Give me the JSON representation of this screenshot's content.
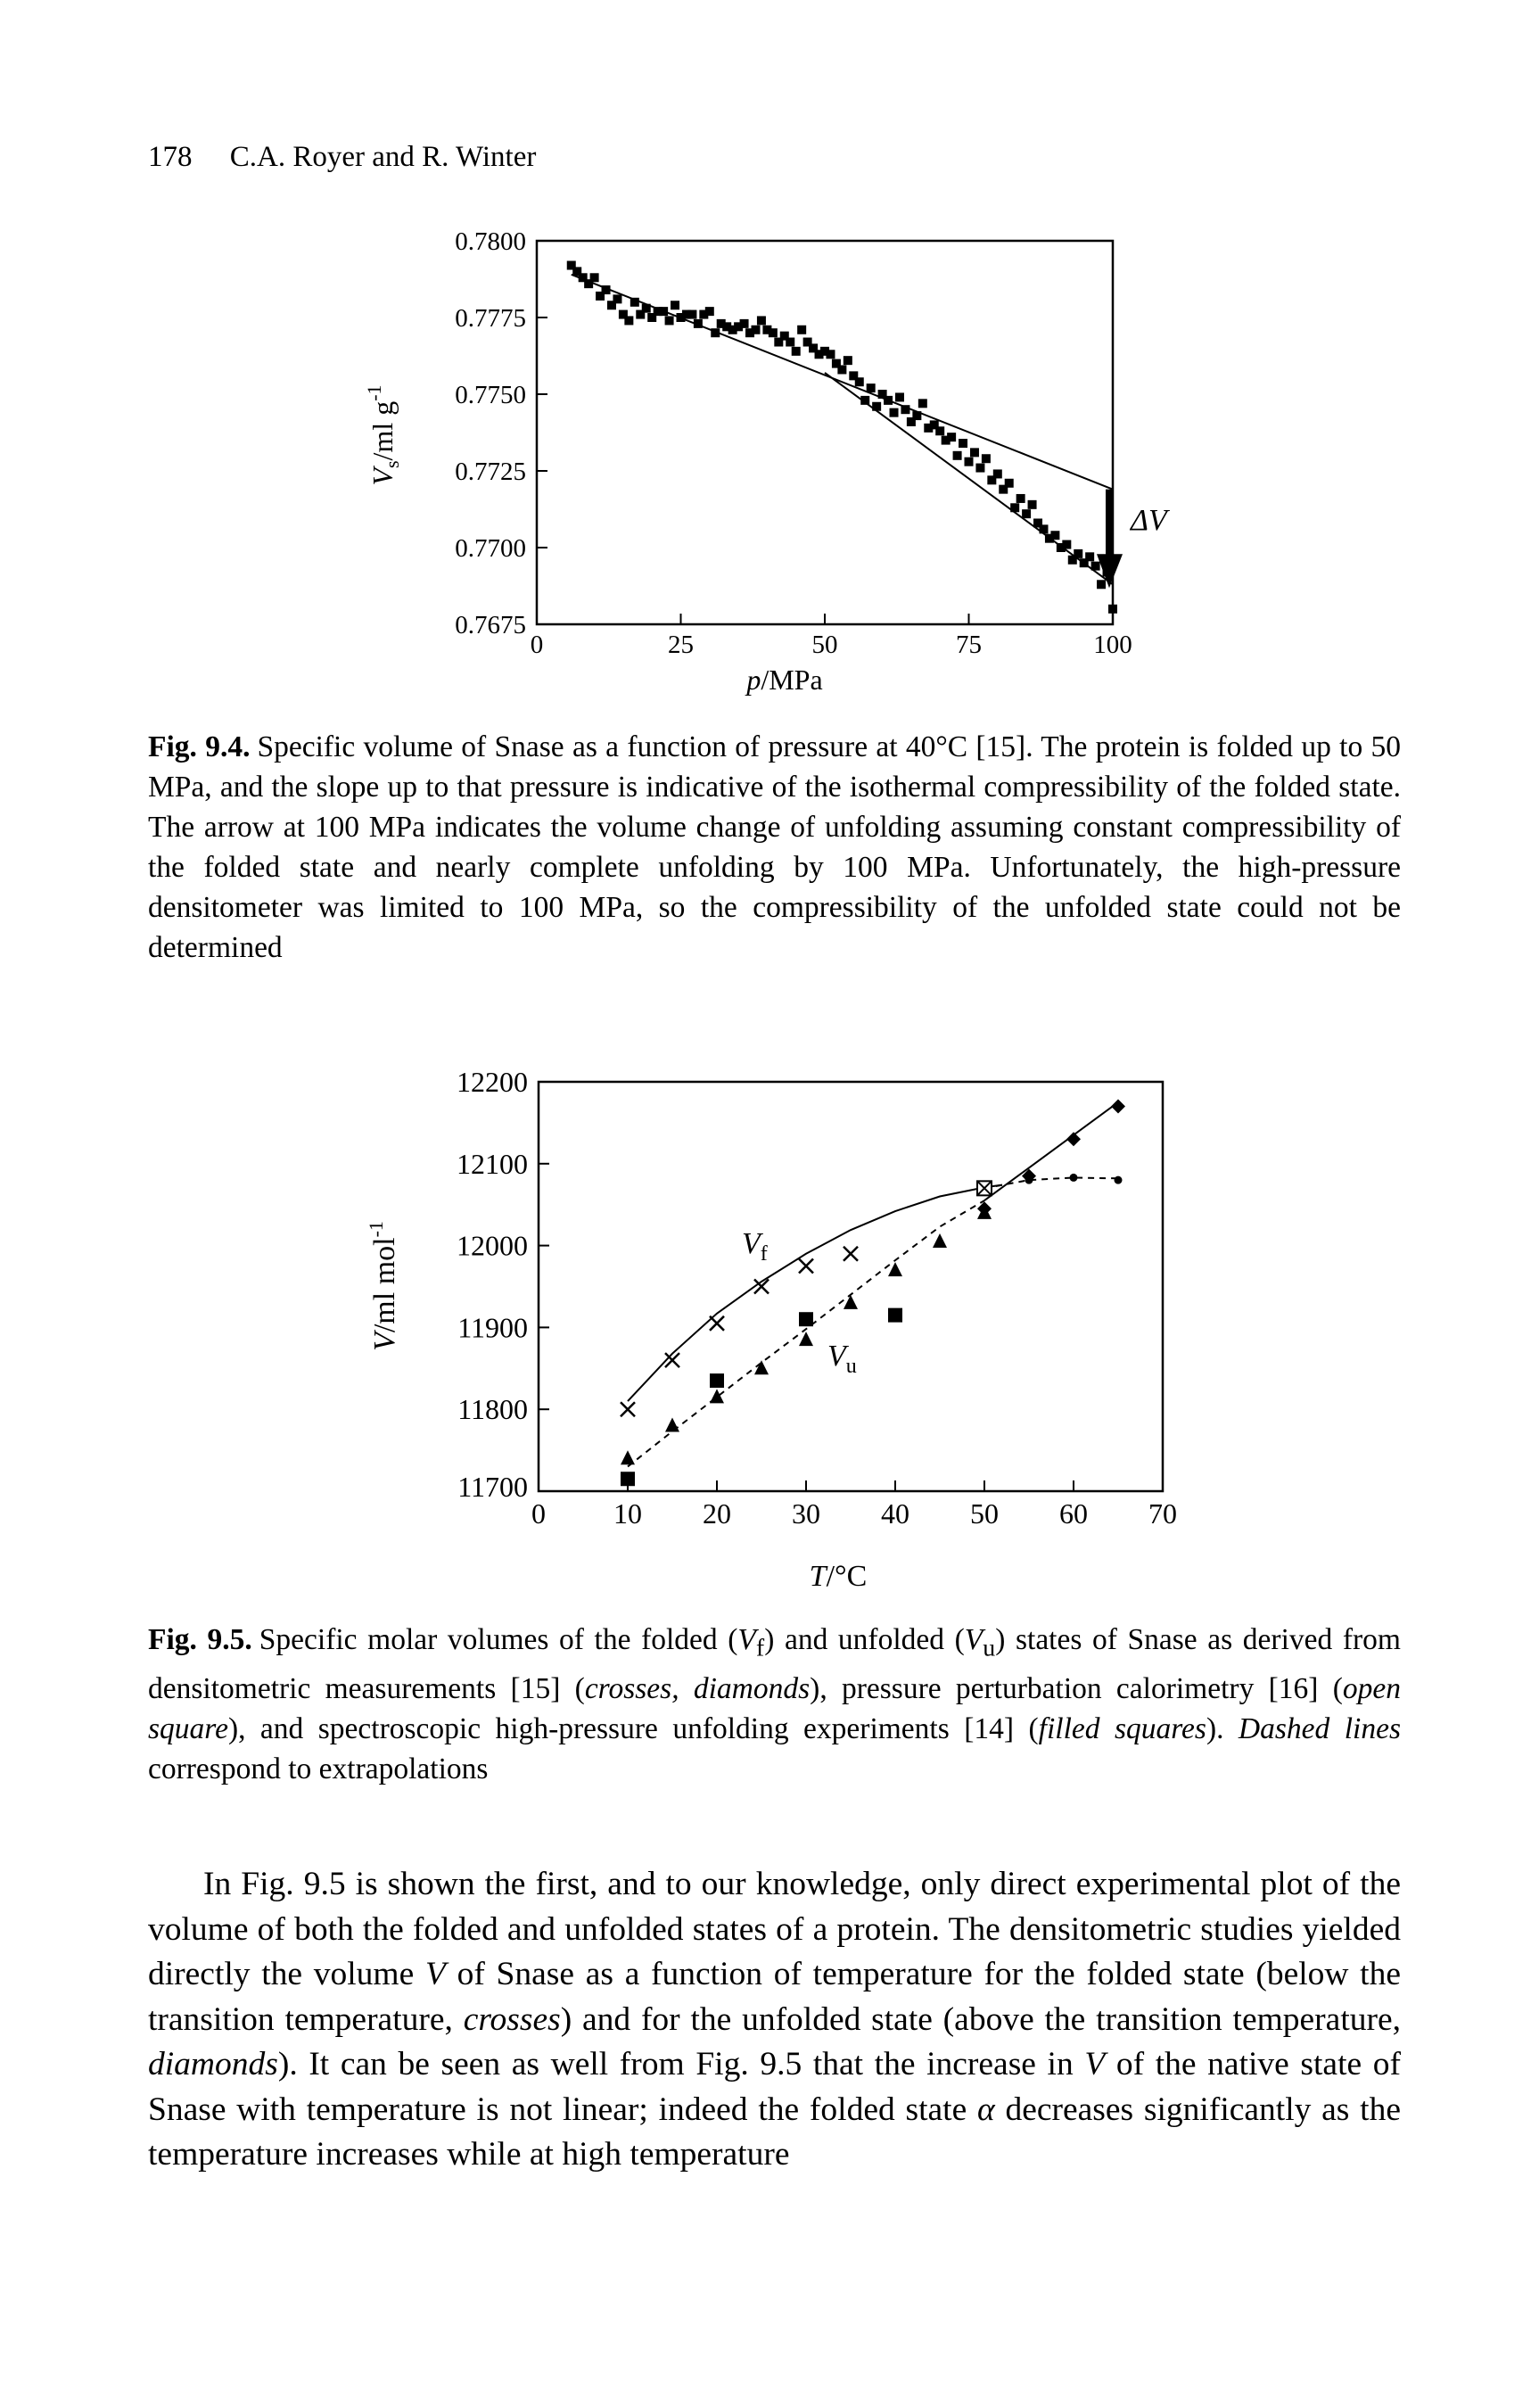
{
  "header": {
    "page_number": "178",
    "authors": "C.A. Royer and R. Winter"
  },
  "figure_9_4": {
    "caption_label": "Fig. 9.4.",
    "caption_text": "Specific volume of Snase as a function of pressure at 40°C [15]. The protein is folded up to 50 MPa, and the slope up to that pressure is indicative of the isothermal compressibility of the folded state. The arrow at 100 MPa indicates the volume change of unfolding assuming constant compressibility of the folded state and nearly complete unfolding by 100 MPa. Unfortunately, the high-pressure densitometer was limited to 100 MPa, so the compressibility of the unfolded state could not be determined",
    "arrow_label": "ΔV",
    "chart_data": {
      "type": "scatter",
      "xlabel": "p/MPa",
      "ylabel": "Vs/ml g-1",
      "xlim": [
        0,
        100
      ],
      "ylim": [
        0.7675,
        0.78
      ],
      "xticks": [
        "0",
        "25",
        "50",
        "75",
        "100"
      ],
      "yticks": [
        "0.7800",
        "0.7775",
        "0.7750",
        "0.7725",
        "0.7700",
        "0.7675"
      ],
      "grid": false,
      "series": [
        {
          "marker": "square",
          "x": [
            6,
            7,
            8,
            9,
            10,
            11,
            12,
            13,
            14,
            15,
            16,
            17,
            18,
            19,
            20,
            21,
            22,
            23,
            24,
            25,
            26,
            27,
            28,
            29,
            30,
            31,
            32,
            33,
            34,
            35,
            36,
            37,
            38,
            39,
            40,
            41,
            42,
            43,
            44,
            45,
            46,
            47,
            48,
            49,
            50,
            51,
            52,
            53,
            54,
            55,
            56,
            57,
            58,
            59,
            60,
            61,
            62,
            63,
            64,
            65,
            66,
            67,
            68,
            69,
            70,
            71,
            72,
            73,
            74,
            75,
            76,
            77,
            78,
            79,
            80,
            81,
            82,
            83,
            84,
            85,
            86,
            87,
            88,
            89,
            90,
            91,
            92,
            93,
            94,
            95,
            96,
            97,
            98,
            99,
            100
          ],
          "y": [
            0.7792,
            0.779,
            0.7788,
            0.7786,
            0.7788,
            0.7782,
            0.7784,
            0.7779,
            0.7781,
            0.7776,
            0.7774,
            0.778,
            0.7776,
            0.7778,
            0.7775,
            0.7777,
            0.7777,
            0.7774,
            0.7779,
            0.7775,
            0.7776,
            0.7776,
            0.7773,
            0.7776,
            0.7777,
            0.777,
            0.7773,
            0.7772,
            0.7771,
            0.7772,
            0.7773,
            0.777,
            0.7771,
            0.7774,
            0.7771,
            0.777,
            0.7767,
            0.7769,
            0.7767,
            0.7764,
            0.7771,
            0.7767,
            0.7765,
            0.7763,
            0.7764,
            0.7763,
            0.776,
            0.7758,
            0.7761,
            0.7756,
            0.7754,
            0.7748,
            0.7752,
            0.7746,
            0.775,
            0.7748,
            0.7744,
            0.7749,
            0.7745,
            0.7741,
            0.7743,
            0.7747,
            0.7739,
            0.774,
            0.7738,
            0.7735,
            0.7736,
            0.773,
            0.7734,
            0.7728,
            0.7731,
            0.7726,
            0.7729,
            0.7722,
            0.7724,
            0.7719,
            0.7721,
            0.7713,
            0.7716,
            0.7711,
            0.7714,
            0.7708,
            0.7706,
            0.7703,
            0.7704,
            0.77,
            0.7701,
            0.7696,
            0.7698,
            0.7695,
            0.7697,
            0.7694,
            0.7688,
            0.7692,
            0.768
          ]
        }
      ],
      "lines": [
        {
          "x": [
            6,
            100
          ],
          "y": [
            0.7789,
            0.7719
          ]
        },
        {
          "x": [
            50,
            100
          ],
          "y": [
            0.7757,
            0.7688
          ]
        }
      ],
      "arrow": {
        "x": 100,
        "y_from": 0.7719,
        "y_to": 0.7688
      }
    }
  },
  "figure_9_5": {
    "caption_label": "Fig. 9.5.",
    "caption_html": "Specific molar volumes of the folded (<i>V</i><sub>f</sub>) and unfolded (<i>V</i><sub>u</sub>) states of Snase as derived from densitometric measurements [15] (<i>crosses, diamonds</i>), pressure perturbation calorimetry [16] (<i>open square</i>), and spectroscopic high-pressure unfolding experiments [14] (<i>filled squares</i>). <i>Dashed lines</i> correspond to extrapolations",
    "label_vf": "V",
    "label_vf_sub": "f",
    "label_vu": "V",
    "label_vu_sub": "u",
    "chart_data": {
      "type": "scatter",
      "xlabel": "T/°C",
      "ylabel": "V/ml mol-1",
      "xlim": [
        0,
        70
      ],
      "ylim": [
        11700,
        12200
      ],
      "xticks": [
        "0",
        "10",
        "20",
        "30",
        "40",
        "50",
        "60",
        "70"
      ],
      "yticks": [
        "12200",
        "12100",
        "12000",
        "11900",
        "11800",
        "11700"
      ],
      "grid": false,
      "series": [
        {
          "name": "crosses",
          "marker": "cross",
          "x": [
            10,
            15,
            20,
            25,
            30,
            35
          ],
          "y": [
            11800,
            11860,
            11905,
            11950,
            11975,
            11990
          ]
        },
        {
          "name": "triangles",
          "marker": "triangle",
          "x": [
            10,
            15,
            20,
            25,
            30,
            35,
            40,
            45,
            50
          ],
          "y": [
            11740,
            11780,
            11815,
            11850,
            11885,
            11930,
            11970,
            12005,
            12040
          ]
        },
        {
          "name": "diamonds",
          "marker": "diamond",
          "x": [
            50,
            55,
            60,
            65
          ],
          "y": [
            12045,
            12085,
            12130,
            12170
          ]
        },
        {
          "name": "dots",
          "marker": "dot",
          "x": [
            55,
            60,
            65
          ],
          "y": [
            12080,
            12083,
            12080
          ]
        },
        {
          "name": "filled squares",
          "marker": "square",
          "x": [
            10,
            20,
            30,
            40
          ],
          "y": [
            11715,
            11835,
            11910,
            11915
          ]
        },
        {
          "name": "open square",
          "marker": "open-square",
          "x": [
            50
          ],
          "y": [
            12070
          ]
        }
      ],
      "curves": [
        {
          "style": "solid",
          "x": [
            10,
            15,
            20,
            25,
            30,
            35,
            40,
            45,
            50,
            52
          ],
          "y": [
            11810,
            11868,
            11917,
            11956,
            11990,
            12019,
            12042,
            12060,
            12071,
            12074
          ]
        },
        {
          "style": "dashed",
          "x": [
            10,
            15,
            20,
            25,
            30,
            35,
            40,
            45,
            50
          ],
          "y": [
            11730,
            11773,
            11815,
            11857,
            11898,
            11940,
            11982,
            12023,
            12055
          ]
        },
        {
          "style": "solid",
          "x": [
            50,
            55,
            60,
            65
          ],
          "y": [
            12055,
            12095,
            12135,
            12175
          ]
        },
        {
          "style": "dashed",
          "x": [
            50,
            55,
            60,
            65
          ],
          "y": [
            12070,
            12080,
            12083,
            12082
          ]
        }
      ]
    }
  },
  "body": {
    "paragraph_html": "In Fig. 9.5 is shown the first, and to our knowledge, only direct experimental plot of the volume of both the folded and unfolded states of a protein. The densitometric studies yielded directly the volume <i>V</i> of Snase as a function of temperature for the folded state (below the transition temperature, <i>crosses</i>) and for the unfolded state (above the transition temperature, <i>diamonds</i>). It can be seen as well from Fig. 9.5 that the increase in <i>V</i> of the native state of Snase with temperature is not linear; indeed the folded state <i>α</i> decreases significantly as the temperature increases while at high temperature"
  }
}
